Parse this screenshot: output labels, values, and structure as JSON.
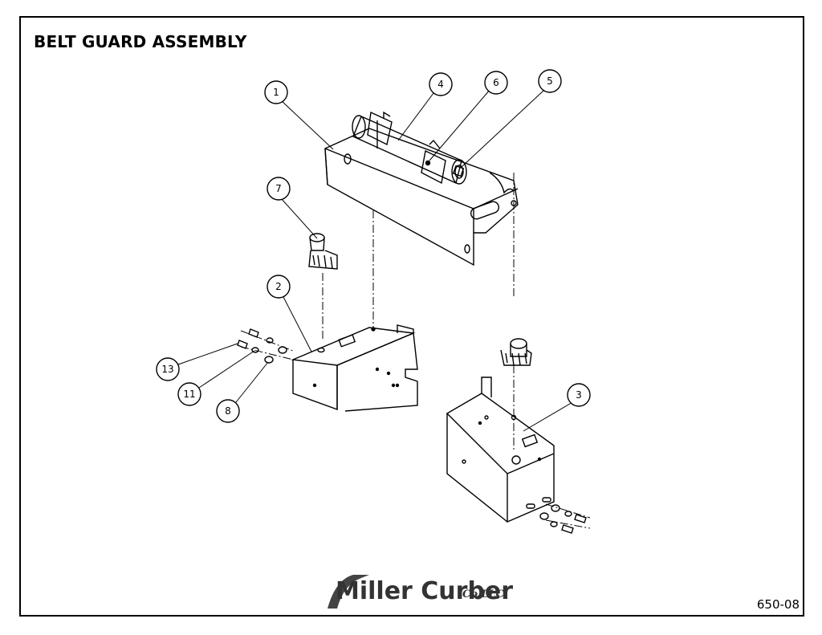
{
  "title": "BELT GUARD ASSEMBLY",
  "document_number": "650-08",
  "logo": {
    "name_main": "Miller Curber",
    "name_suffix": "Co.LLC"
  },
  "callouts": [
    {
      "id": "callout-1",
      "label": "1"
    },
    {
      "id": "callout-2",
      "label": "2"
    },
    {
      "id": "callout-3",
      "label": "3"
    },
    {
      "id": "callout-4",
      "label": "4"
    },
    {
      "id": "callout-5",
      "label": "5"
    },
    {
      "id": "callout-6",
      "label": "6"
    },
    {
      "id": "callout-7",
      "label": "7"
    },
    {
      "id": "callout-8",
      "label": "8"
    },
    {
      "id": "callout-11",
      "label": "11"
    },
    {
      "id": "callout-13",
      "label": "13"
    }
  ]
}
